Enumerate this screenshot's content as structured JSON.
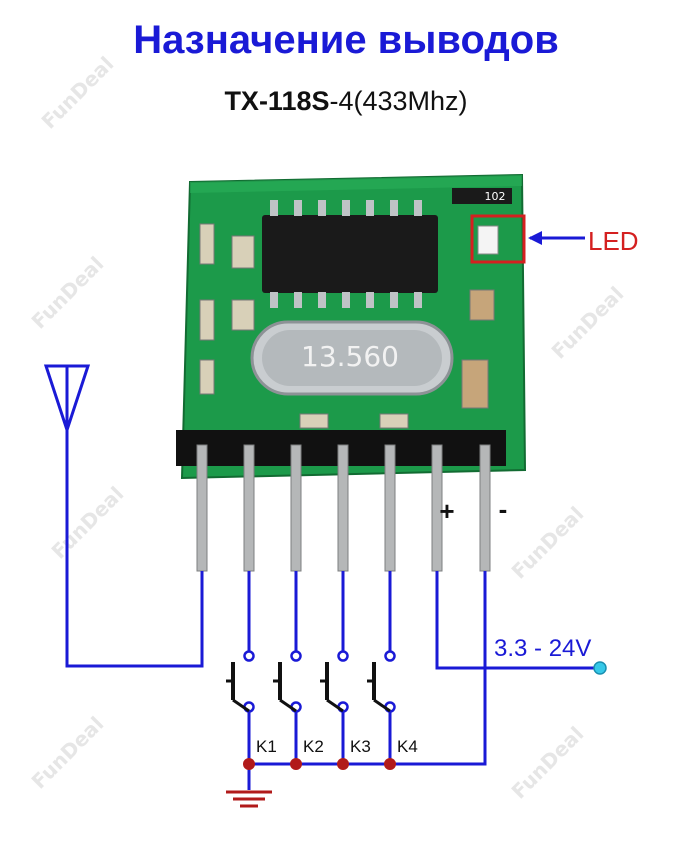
{
  "title": "Назначение выводов",
  "subtitle": {
    "model": "TX-118S",
    "suffix": "-4(433Mhz)"
  },
  "chip_marking": "13.560",
  "resistor_marking": "102",
  "led_label": "LED",
  "pin_labels": {
    "plus": "+",
    "minus": "-"
  },
  "supply_label": "3.3 - 24V",
  "keys": [
    "K1",
    "K2",
    "K3",
    "K4"
  ],
  "watermark": "FunDeal",
  "colors": {
    "title": "#1a1ad6",
    "wire": "#1a1ad6",
    "led_label": "#d42020",
    "led_box": "#d42020",
    "node": "#b11a1a",
    "supply_node": "#35c8e8",
    "pcb": "#1c9a4a"
  }
}
